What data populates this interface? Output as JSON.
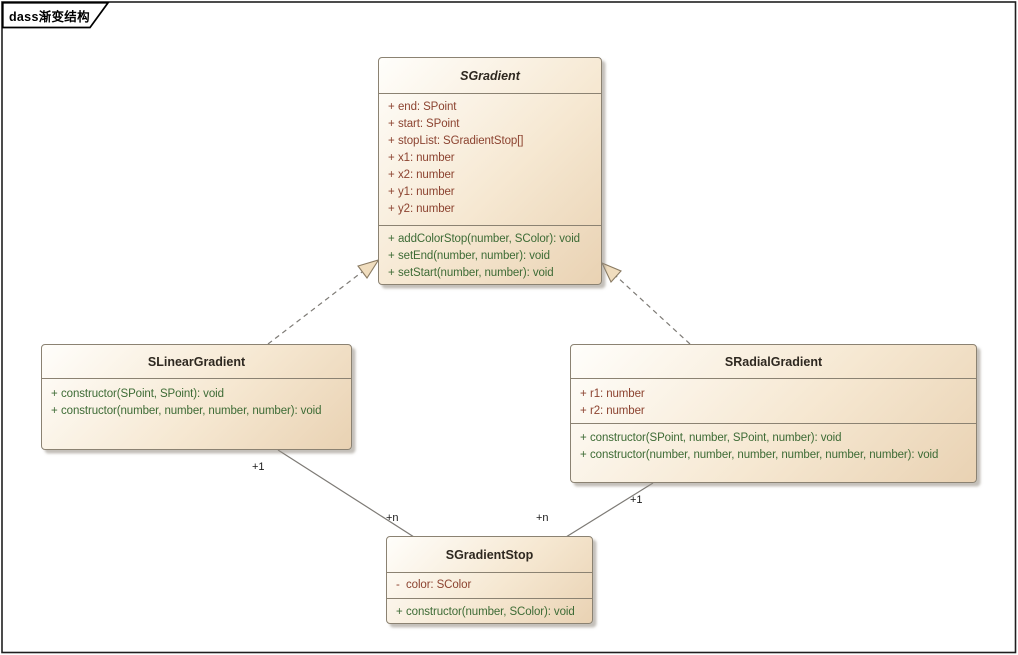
{
  "tab": {
    "label": "dass渐变结构"
  },
  "colors": {
    "box_fill_light": "#FFFEFB",
    "box_fill_mid": "#F6E8D2",
    "box_fill_dark": "#E9D2B3",
    "box_border": "#8B8272",
    "attribute_text": "#8C4330",
    "method_text": "#3D6B35",
    "title_text": "#2E2820",
    "line": "#7D7A75",
    "label_text": "#1A1A1A",
    "frame_border": "#1F1F1F"
  },
  "classes": [
    {
      "id": "SGradient",
      "name": "SGradient",
      "abstract": true,
      "attributes": [
        {
          "vis": "+",
          "text": "end: SPoint"
        },
        {
          "vis": "+",
          "text": "start: SPoint"
        },
        {
          "vis": "+",
          "text": "stopList: SGradientStop[]"
        },
        {
          "vis": "+",
          "text": "x1: number"
        },
        {
          "vis": "+",
          "text": "x2: number"
        },
        {
          "vis": "+",
          "text": "y1: number"
        },
        {
          "vis": "+",
          "text": "y2: number"
        }
      ],
      "methods": [
        {
          "vis": "+",
          "text": "addColorStop(number, SColor): void"
        },
        {
          "vis": "+",
          "text": "setEnd(number, number): void"
        },
        {
          "vis": "+",
          "text": "setStart(number, number): void"
        }
      ]
    },
    {
      "id": "SLinearGradient",
      "name": "SLinearGradient",
      "abstract": false,
      "attributes": [],
      "methods": [
        {
          "vis": "+",
          "text": "constructor(SPoint, SPoint): void"
        },
        {
          "vis": "+",
          "text": "constructor(number, number, number, number): void"
        }
      ]
    },
    {
      "id": "SRadialGradient",
      "name": "SRadialGradient",
      "abstract": false,
      "attributes": [
        {
          "vis": "+",
          "text": "r1: number"
        },
        {
          "vis": "+",
          "text": "r2: number"
        }
      ],
      "methods": [
        {
          "vis": "+",
          "text": "constructor(SPoint, number, SPoint, number): void"
        },
        {
          "vis": "+",
          "text": "constructor(number, number, number, number, number, number): void"
        }
      ]
    },
    {
      "id": "SGradientStop",
      "name": "SGradientStop",
      "abstract": false,
      "attributes": [
        {
          "vis": "-",
          "text": "color: SColor"
        }
      ],
      "methods": [
        {
          "vis": "+",
          "text": "constructor(number, SColor): void"
        }
      ]
    }
  ],
  "relations": [
    {
      "type": "generalization",
      "from": "SLinearGradient",
      "to": "SGradient",
      "labels": []
    },
    {
      "type": "generalization",
      "from": "SRadialGradient",
      "to": "SGradient",
      "labels": []
    },
    {
      "type": "association",
      "from": "SLinearGradient",
      "to": "SGradientStop",
      "labels": [
        {
          "text": "+1"
        },
        {
          "text": "+n"
        }
      ]
    },
    {
      "type": "association",
      "from": "SRadialGradient",
      "to": "SGradientStop",
      "labels": [
        {
          "text": "+1"
        },
        {
          "text": "+n"
        }
      ]
    }
  ]
}
